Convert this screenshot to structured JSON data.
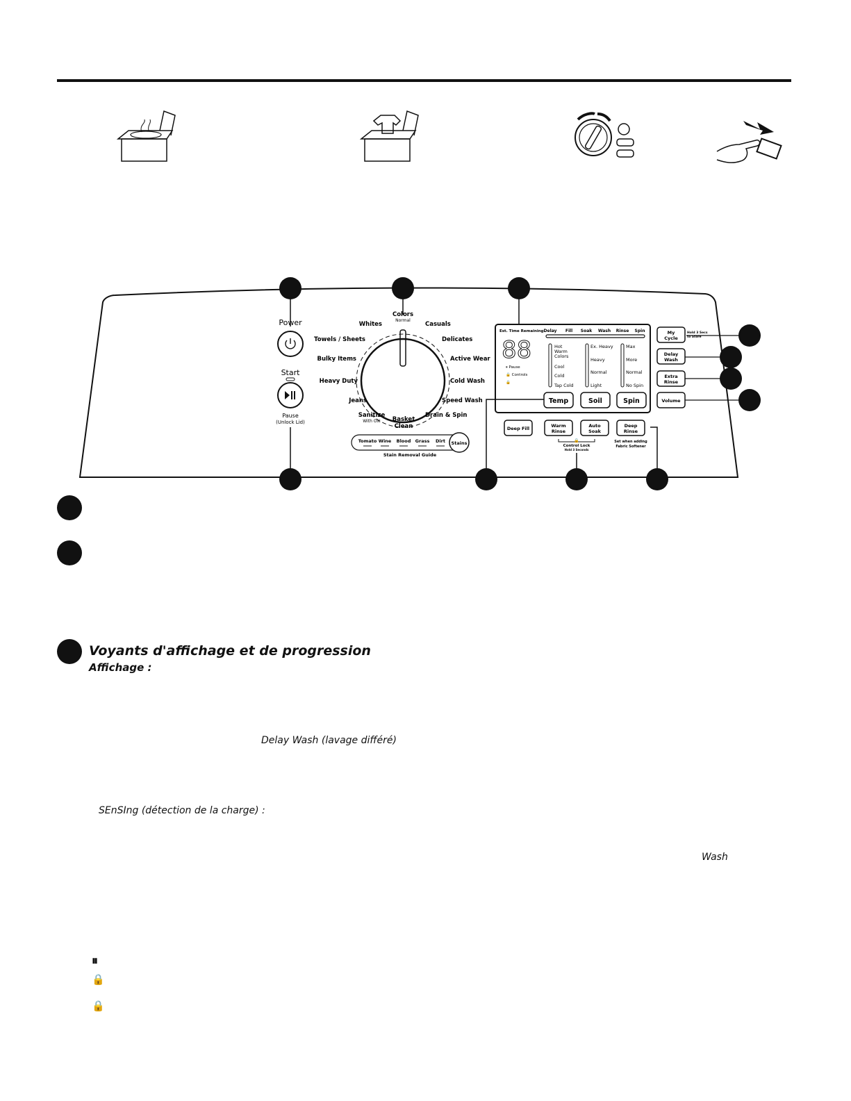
{
  "panel": {
    "power_label": "Power",
    "start_label": "Start",
    "pause_label": "Pause",
    "unlock_lid_label": "(Unlock Lid)",
    "cycles": {
      "colors": "Colors",
      "normal": "Normal",
      "whites": "Whites",
      "casuals": "Casuals",
      "towels": "Towels / Sheets",
      "delicates": "Delicates",
      "bulky": "Bulky Items",
      "active": "Active Wear",
      "heavy_duty": "Heavy Duty",
      "cold_wash": "Cold Wash",
      "jeans": "Jeans",
      "speed_wash": "Speed Wash",
      "sanitize": "Sanitize",
      "with_oxi": "With Oxi",
      "basket": "Basket",
      "clean": "Clean",
      "drain_spin": "Drain & Spin"
    },
    "stains": {
      "items": [
        "Tomato",
        "Wine",
        "Blood",
        "Grass",
        "Dirt"
      ],
      "button": "Stains",
      "guide": "Stain Removal Guide"
    },
    "display": {
      "est_time": "Est. Time Remaining",
      "digits": "88",
      "progress": [
        "Delay",
        "Fill",
        "Soak",
        "Wash",
        "Rinse",
        "Spin"
      ],
      "pause": "Pause",
      "controls": "Controls",
      "temp_options": [
        "Hot",
        "Warm",
        "Colors",
        "Cool",
        "Cold",
        "Tap Cold"
      ],
      "soil_options": [
        "Ex. Heavy",
        "Heavy",
        "Normal",
        "Light"
      ],
      "spin_options": [
        "Max",
        "More",
        "Normal",
        "No Spin"
      ],
      "temp_button": "Temp",
      "soil_button": "Soil",
      "spin_button": "Spin"
    },
    "side_buttons": {
      "my": "My",
      "cycle": "Cycle",
      "hold_line1": "Hold 3 Secs",
      "hold_line2": "to Store",
      "delay": "Delay",
      "wash": "Wash",
      "extra": "Extra",
      "rinse": "Rinse",
      "volume": "Volume"
    },
    "options": {
      "deep_fill": "Deep Fill",
      "warm": "Warm",
      "rinse": "Rinse",
      "auto": "Auto",
      "soak": "Soak",
      "deep": "Deep",
      "deep_rinse": "Rinse",
      "control_lock": "Control Lock",
      "hold_3": "Hold 3 Seconds",
      "softener_line1": "Set when adding",
      "softener_line2": "Fabric Softener"
    }
  },
  "text": {
    "section_title": "Voyants d'affichage et de progression",
    "section_sub": "Affichage :",
    "delay_wash": "Delay Wash (lavage différé)",
    "sensing": "SEnSIng (détection de la charge) :",
    "wash": "Wash",
    "pause_icon": "⏸",
    "lock_icon": "🔒"
  }
}
